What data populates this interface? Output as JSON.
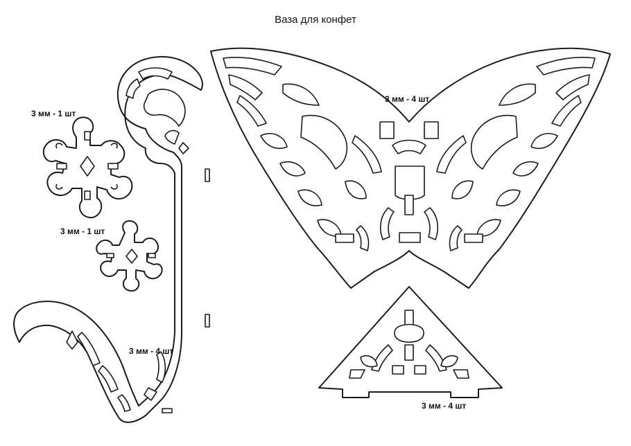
{
  "title": "Ваза для конфет",
  "parts": {
    "large_rosette": {
      "label": "3 мм - 1 шт"
    },
    "small_rosette": {
      "label": "3 мм - 1 шт"
    },
    "side_leg": {
      "label": "3 мм - 4 шт"
    },
    "butterfly_panel": {
      "label": "3 мм - 4 шт"
    },
    "triangle_panel": {
      "label": "3 мм - 4 шт"
    }
  },
  "colors": {
    "line": "#1a1a1a",
    "paper": "#ffffff"
  }
}
